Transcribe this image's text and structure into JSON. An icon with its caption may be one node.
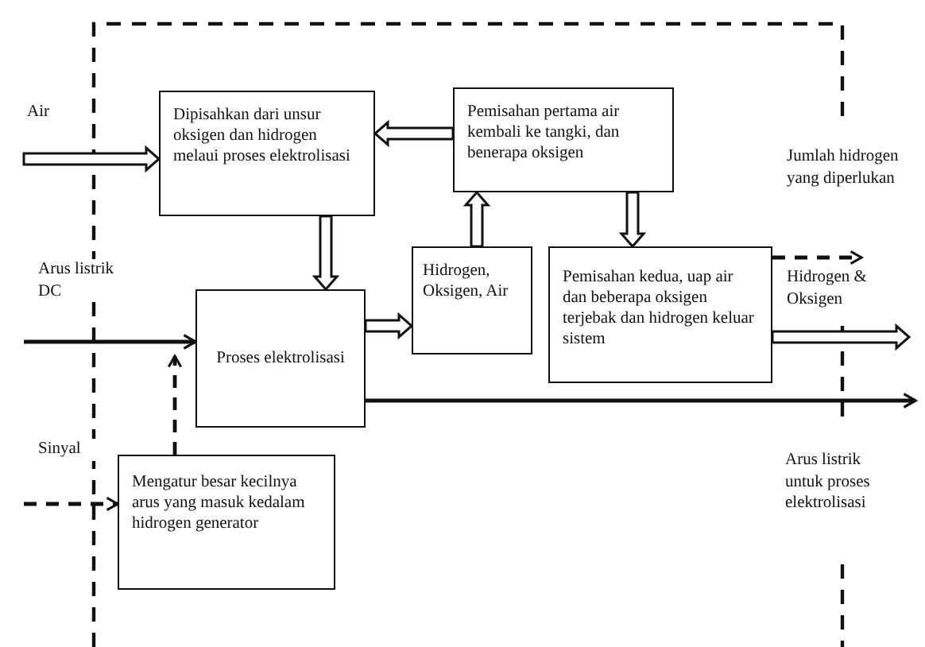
{
  "diagram": {
    "nodes": [
      {
        "text": [
          "Dipisahkan dari unsur oksigen dan hidrogen melaui proses elektrolisasi"
        ]
      },
      {
        "text": [
          "Pemisahan pertama air kembali ke tangki, dan benerapa  oksigen"
        ]
      },
      {
        "text": [
          "Hidrogen, Oksigen, Air"
        ]
      },
      {
        "text": [
          "Pemisahan kedua, uap air dan beberapa oksigen terjebak dan hidrogen keluar sistem"
        ]
      },
      {
        "text": [
          "Proses elektrolisasi"
        ]
      },
      {
        "text": [
          "Mengatur besar kecilnya arus yang masuk kedalam hidrogen generator"
        ]
      }
    ],
    "edges": [
      {
        "from": null,
        "to": 0,
        "arrow": "to",
        "style": "thick",
        "label": "Air"
      },
      {
        "from": 1,
        "to": 0,
        "arrow": "to",
        "style": "thick"
      },
      {
        "from": 0,
        "to": 4,
        "arrow": "to",
        "style": "thick"
      },
      {
        "from": 4,
        "to": 2,
        "arrow": "to",
        "style": "thick"
      },
      {
        "from": 2,
        "to": 1,
        "arrow": "to",
        "style": "thick"
      },
      {
        "from": 1,
        "to": 3,
        "arrow": "to",
        "style": "thick"
      },
      {
        "from": 3,
        "to": null,
        "arrow": "to",
        "style": "thick",
        "label": "Hidrogen & Oksigen"
      },
      {
        "from": 3,
        "to": null,
        "arrow": "to",
        "style": "dashed",
        "label": "Jumlah hidrogen yang diperlukan"
      },
      {
        "from": null,
        "to": 4,
        "arrow": "to",
        "label": "Arus listrik DC"
      },
      {
        "from": 4,
        "to": null,
        "arrow": "to",
        "label": "Arus listrik untuk proses elektrolisasi"
      },
      {
        "from": null,
        "to": 5,
        "arrow": "to",
        "style": "dashed",
        "label": "Sinyal"
      },
      {
        "from": 5,
        "to": 4,
        "arrow": "to",
        "style": "dashed"
      }
    ]
  }
}
